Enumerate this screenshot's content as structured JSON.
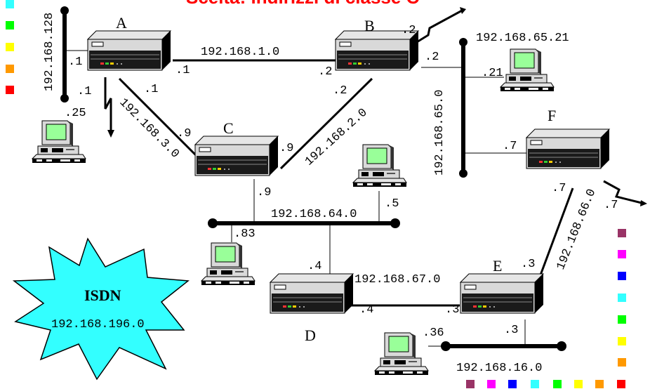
{
  "title": "Scelta: indirizzi di classe C",
  "routers": [
    "A",
    "B",
    "C",
    "D",
    "E",
    "F"
  ],
  "networks": {
    "ab": "192.168.1.0",
    "bc": "192.168.2.0",
    "ac": "192.168.3.0",
    "left_lan": "192.168.128",
    "b_lan": "192.168.65.0",
    "c_lan": "192.168.64.0",
    "de": "192.168.67.0",
    "ef": "192.168.66.0",
    "e_lan": "192.168.16.0",
    "isdn": "192.168.196.0"
  },
  "hosts": {
    "b_lan_host": "192.168.65.21"
  },
  "isdn_label": "ISDN",
  "interfaces": {
    "a_left": ".1",
    "a_right": ".1",
    "a_down": ".1",
    "a_diag": ".1",
    "host_left": ".25",
    "b_left": ".2",
    "b_down": ".2",
    "b_right": ".2",
    "b_serial": ".2",
    "host_b": ".21",
    "c_left": ".9",
    "c_right": ".9",
    "c_down": ".9",
    "host_c_lan": ".5",
    "host_c_lan2": ".83",
    "f_left": ".7",
    "f_down": ".7",
    "f_serial": ".7",
    "d_up": ".4",
    "d_right": ".4",
    "e_left": ".3",
    "e_up": ".3",
    "e_down": ".3",
    "host_e": ".36"
  },
  "colors": {
    "squares": [
      "#993366",
      "#ff00ff",
      "#0000ff",
      "#33ffff",
      "#00ff00",
      "#ffff00",
      "#ff9900",
      "#ff0000"
    ],
    "left_squares": [
      "#33ffff",
      "#00ff00",
      "#ffff00",
      "#ff9900",
      "#ff0000"
    ],
    "isdn_fill": "#33ffff",
    "title": "#ff0000"
  }
}
